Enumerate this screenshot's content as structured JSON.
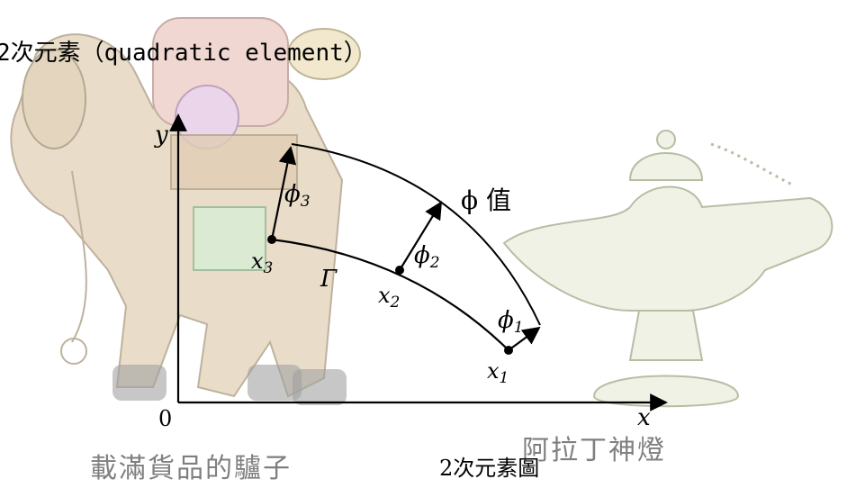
{
  "title": "2次元素（quadratic element）",
  "caption_center": "2次元素圖",
  "caption_donkey": "載滿貨品的驢子",
  "caption_lamp": "阿拉丁神燈",
  "phi_value_label": "ϕ 值",
  "curve_label": "Γ",
  "axes": {
    "x_label": "x",
    "y_label": "y",
    "origin_label": "0"
  },
  "nodes": [
    {
      "label": "x3",
      "sub": "3"
    },
    {
      "label": "x2",
      "sub": "2"
    },
    {
      "label": "x1",
      "sub": "1"
    }
  ],
  "phis": [
    {
      "label": "ϕ3",
      "sub": "3"
    },
    {
      "label": "ϕ2",
      "sub": "2"
    },
    {
      "label": "ϕ1",
      "sub": "1"
    }
  ],
  "colors": {
    "ink": "#000000",
    "pencil": "#7f7f7f",
    "donkey_fill": "#d8c3a0",
    "lamp_fill": "#e2e8cf"
  }
}
